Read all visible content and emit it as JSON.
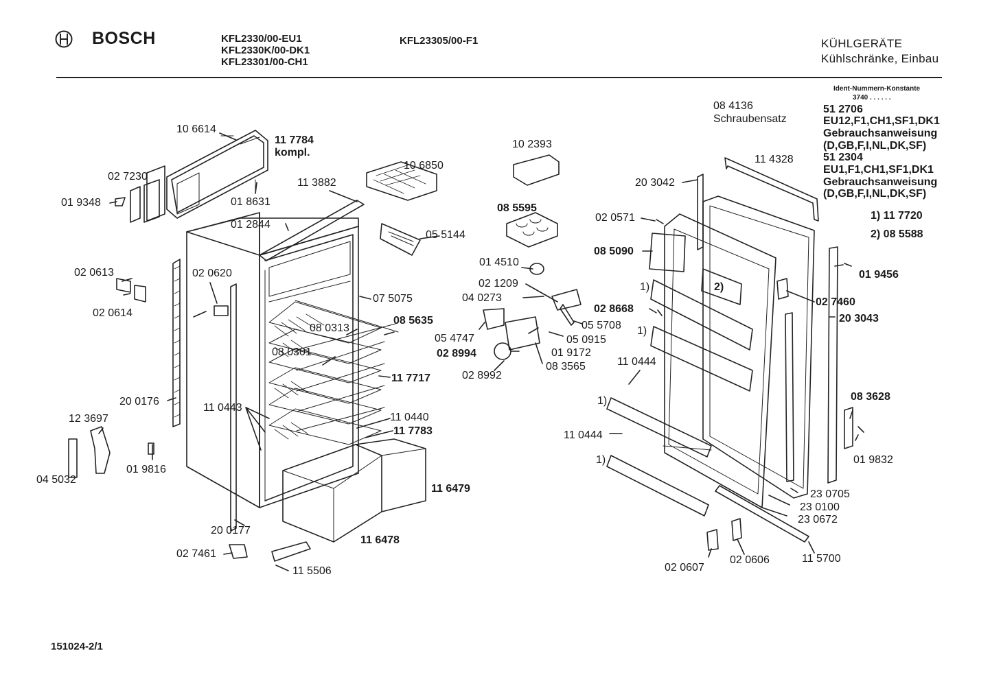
{
  "header": {
    "brand": "BOSCH",
    "models_left": [
      "KFL2330/00-EU1",
      "KFL2330K/00-DK1",
      "KFL23301/00-CH1"
    ],
    "model_center": "KFL23305/00-F1",
    "category_title": "KÜHLGERÄTE",
    "category_subtitle": "Kühlschränke, Einbau"
  },
  "ident_block": {
    "title": "Ident-Nummern-Konstante",
    "constant": "3740  . .  . . . .",
    "lines": [
      "51 2706",
      "EU12,F1,CH1,SF1,DK1",
      "Gebrauchsanweisung",
      "(D,GB,F,I,NL,DK,SF)",
      "51 2304",
      "EU1,F1,CH1,SF1,DK1",
      "Gebrauchsanweisung",
      "(D,GB,F,I,NL,DK,SF)"
    ],
    "notes": [
      "1) 11 7720",
      "2) 08 5588"
    ]
  },
  "screw_set": {
    "number": "08 4136",
    "label": "Schraubensatz"
  },
  "part_labels": [
    {
      "text": "10 6614",
      "bold": false
    },
    {
      "text": "11 7784",
      "bold": true
    },
    {
      "text": "kompl.",
      "bold": true
    },
    {
      "text": "02 7230",
      "bold": false
    },
    {
      "text": "01 9348",
      "bold": false
    },
    {
      "text": "01 8631",
      "bold": false
    },
    {
      "text": "11 3882",
      "bold": false
    },
    {
      "text": "01 2844",
      "bold": false
    },
    {
      "text": "05 5144",
      "bold": false
    },
    {
      "text": "02 0613",
      "bold": false
    },
    {
      "text": "02 0620",
      "bold": false
    },
    {
      "text": "02 0614",
      "bold": false
    },
    {
      "text": "07 5075",
      "bold": false
    },
    {
      "text": "08 0313",
      "bold": false
    },
    {
      "text": "08 5635",
      "bold": true
    },
    {
      "text": "08 0301",
      "bold": false
    },
    {
      "text": "11 7717",
      "bold": true
    },
    {
      "text": "20 0176",
      "bold": false
    },
    {
      "text": "11 0443",
      "bold": false
    },
    {
      "text": "12 3697",
      "bold": false
    },
    {
      "text": "11 0440",
      "bold": false
    },
    {
      "text": "11 7783",
      "bold": true
    },
    {
      "text": "01 9816",
      "bold": false
    },
    {
      "text": "04 5032",
      "bold": false
    },
    {
      "text": "11 6479",
      "bold": true
    },
    {
      "text": "20 0177",
      "bold": false
    },
    {
      "text": "11 6478",
      "bold": true
    },
    {
      "text": "02 7461",
      "bold": false
    },
    {
      "text": "11 5506",
      "bold": false
    },
    {
      "text": "10 2393",
      "bold": false
    },
    {
      "text": "10 6850",
      "bold": false
    },
    {
      "text": "08 5595",
      "bold": true
    },
    {
      "text": "01 4510",
      "bold": false
    },
    {
      "text": "02 1209",
      "bold": false
    },
    {
      "text": "04 0273",
      "bold": false
    },
    {
      "text": "05 5708",
      "bold": false
    },
    {
      "text": "05 0915",
      "bold": false
    },
    {
      "text": "05 4747",
      "bold": false
    },
    {
      "text": "02 8994",
      "bold": true
    },
    {
      "text": "01 9172",
      "bold": false
    },
    {
      "text": "08 3565",
      "bold": false
    },
    {
      "text": "02 8992",
      "bold": false
    },
    {
      "text": "11 4328",
      "bold": false
    },
    {
      "text": "20 3042",
      "bold": false
    },
    {
      "text": "02 0571",
      "bold": false
    },
    {
      "text": "08 5090",
      "bold": true
    },
    {
      "text": "1)",
      "bold": false
    },
    {
      "text": "2)",
      "bold": true
    },
    {
      "text": "01 9456",
      "bold": true
    },
    {
      "text": "02 8668",
      "bold": true
    },
    {
      "text": "1)",
      "bold": false
    },
    {
      "text": "02 7460",
      "bold": true
    },
    {
      "text": "20 3043",
      "bold": true
    },
    {
      "text": "11 0444",
      "bold": false
    },
    {
      "text": "1)",
      "bold": false
    },
    {
      "text": "08 3628",
      "bold": true
    },
    {
      "text": "11 0444",
      "bold": false
    },
    {
      "text": "01 9832",
      "bold": false
    },
    {
      "text": "1)",
      "bold": false
    },
    {
      "text": "23 0705",
      "bold": false
    },
    {
      "text": "23 0100",
      "bold": false
    },
    {
      "text": "23 0672",
      "bold": false
    },
    {
      "text": "02 0607",
      "bold": false
    },
    {
      "text": "02 0606",
      "bold": false
    },
    {
      "text": "11 5700",
      "bold": false
    }
  ],
  "footer": {
    "drawing_number": "151024-2/1"
  }
}
